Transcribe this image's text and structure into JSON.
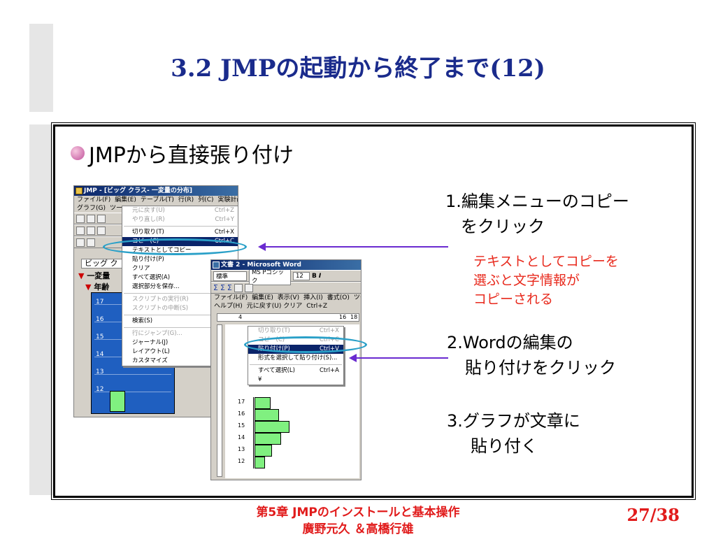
{
  "slide": {
    "title": "3.2   JMPの起動から終了まで(12)",
    "bullet": "JMPから直接張り付け",
    "steps": {
      "step1_line1": "1.編集メニューのコピー",
      "step1_line2": "をクリック",
      "step1_note1": "テキストとしてコピーを",
      "step1_note2": "選ぶと文字情報が",
      "step1_note3": "コピーされる",
      "step2_line1": "2.Wordの編集の",
      "step2_line2": "貼り付けをクリック",
      "step3_line1": "3.グラフが文章に",
      "step3_line2": "貼り付く"
    },
    "footer_line1": "第5章  JMPのインストールと基本操作",
    "footer_line2": "廣野元久   ＆高橋行雄",
    "page": "27/38",
    "colors": {
      "title": "#1a2b8c",
      "footer": "#e11b1b",
      "note": "#e8291c",
      "arrow": "#6a2bd0",
      "highlight": "#2aa0c8"
    }
  },
  "jmp": {
    "title": "JMP - [ビッグ クラス- 一変量の分布]",
    "menubar": [
      "ファイル(F)",
      "編集(E)",
      "テーブル(T)",
      "行(R)",
      "列(C)",
      "実験計画(DOE)(D)"
    ],
    "menubar2": [
      "グラフ(G)",
      "ツー"
    ],
    "edit_menu": [
      {
        "label": "元に戻す(U)",
        "shortcut": "Ctrl+Z",
        "state": "disabled"
      },
      {
        "label": "やり直し(R)",
        "shortcut": "Ctrl+Y",
        "state": "disabled"
      },
      {
        "label": "切り取り(T)",
        "shortcut": "Ctrl+X",
        "state": "normal"
      },
      {
        "label": "コピー(C)",
        "shortcut": "Ctrl+C",
        "state": "selected"
      },
      {
        "label": "テキストとしてコピー",
        "shortcut": "",
        "state": "normal"
      },
      {
        "label": "貼り付け(P)",
        "shortcut": "",
        "state": "normal"
      },
      {
        "label": "クリア",
        "shortcut": "",
        "state": "normal"
      },
      {
        "label": "すべて選択(A)",
        "shortcut": "",
        "state": "normal"
      },
      {
        "label": "選択部分を保存...",
        "shortcut": "",
        "state": "normal"
      },
      {
        "label": "スクリプトの実行(R)",
        "shortcut": "",
        "state": "disabled"
      },
      {
        "label": "スクリプトの中断(S)",
        "shortcut": "",
        "state": "disabled"
      },
      {
        "label": "検索(S)",
        "shortcut": "",
        "state": "normal"
      },
      {
        "label": "行にジャンプ(G)...",
        "shortcut": "",
        "state": "disabled"
      },
      {
        "label": "ジャーナル(J)",
        "shortcut": "",
        "state": "normal"
      },
      {
        "label": "レイアウト(L)",
        "shortcut": "",
        "state": "normal"
      },
      {
        "label": "カスタマイズ",
        "shortcut": "",
        "state": "normal"
      }
    ],
    "outline1": "ビッグ ク",
    "outline2": "一変量",
    "outline3": "年齢",
    "ticks": [
      "17",
      "16",
      "15",
      "14",
      "13",
      "12"
    ]
  },
  "word": {
    "title": "文書 2 - Microsoft Word",
    "style": "標準",
    "font": "MS Pゴシック",
    "size": "12",
    "menubar": [
      "ファイル(F)",
      "編集(E)",
      "表示(V)",
      "挿入(I)",
      "書式(O)",
      "ツー"
    ],
    "menubar2": [
      "ヘルプ(H)",
      "元に戻す(U) クリア",
      "Ctrl+Z"
    ],
    "edit_menu": [
      {
        "label": "切り取り(T)",
        "shortcut": "Ctrl+X",
        "state": "disabled"
      },
      {
        "label": "コピー(C)",
        "shortcut": "Ctrl+C",
        "state": "disabled"
      },
      {
        "label": "貼り付け(P)",
        "shortcut": "Ctrl+V",
        "state": "selected"
      },
      {
        "label": "形式を選択して貼り付け(S)...",
        "shortcut": "",
        "state": "normal"
      },
      {
        "label": "すべて選択(L)",
        "shortcut": "Ctrl+A",
        "state": "normal"
      },
      {
        "label": "¥",
        "shortcut": "",
        "state": "normal"
      }
    ],
    "ruler": [
      "4",
      "16",
      "18"
    ],
    "ticks": [
      "17",
      "16",
      "15",
      "14",
      "13",
      "12"
    ],
    "histogram": [
      0.45,
      0.7,
      1.0,
      0.75,
      0.5,
      0.3
    ]
  }
}
